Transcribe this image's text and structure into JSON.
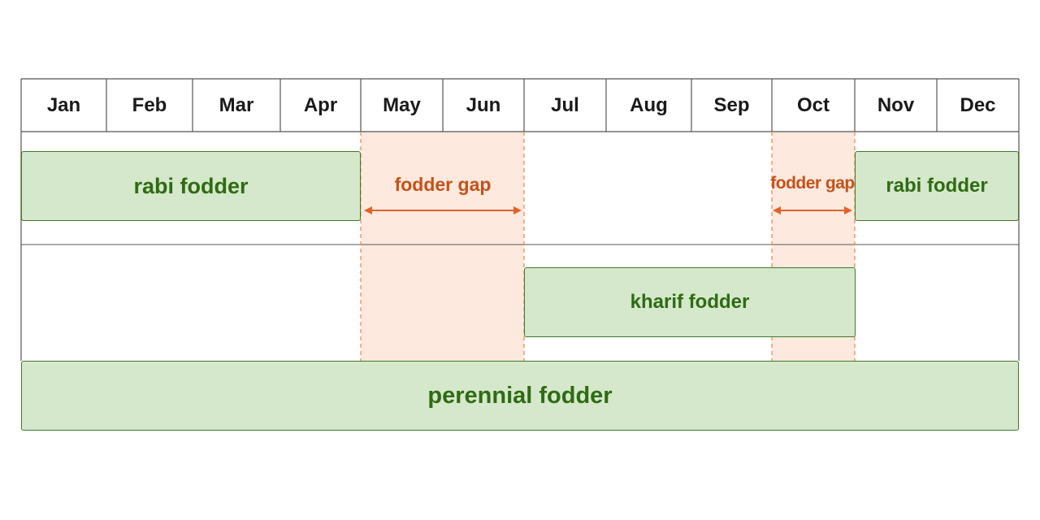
{
  "months": [
    "Jan",
    "Feb",
    "Mar",
    "Apr",
    "May",
    "Jun",
    "Jul",
    "Aug",
    "Sep",
    "Oct",
    "Nov",
    "Dec"
  ],
  "colors": {
    "bar_fill": "#d5e8cb",
    "bar_border": "#3f7a2a",
    "bar_text": "#2f6b14",
    "gap_fill": "#fde9dd",
    "gap_line": "#ee8a5c",
    "gap_text": "#c4521a",
    "grid_line": "#555555"
  },
  "rows": {
    "rabi_left": {
      "label": "rabi fodder",
      "start_month": "Jan",
      "end_month": "Apr"
    },
    "rabi_right": {
      "label": "rabi fodder",
      "start_month": "Nov",
      "end_month": "Dec"
    },
    "kharif": {
      "label": "kharif fodder",
      "start_month": "Jul",
      "end_month": "Oct"
    },
    "perennial": {
      "label": "perennial fodder",
      "start_month": "Jan",
      "end_month": "Dec"
    }
  },
  "gaps": [
    {
      "label": "fodder gap",
      "start_month": "May",
      "end_month": "Jun"
    },
    {
      "label": "fodder gap",
      "start_month": "Oct",
      "end_month": "Oct"
    }
  ]
}
